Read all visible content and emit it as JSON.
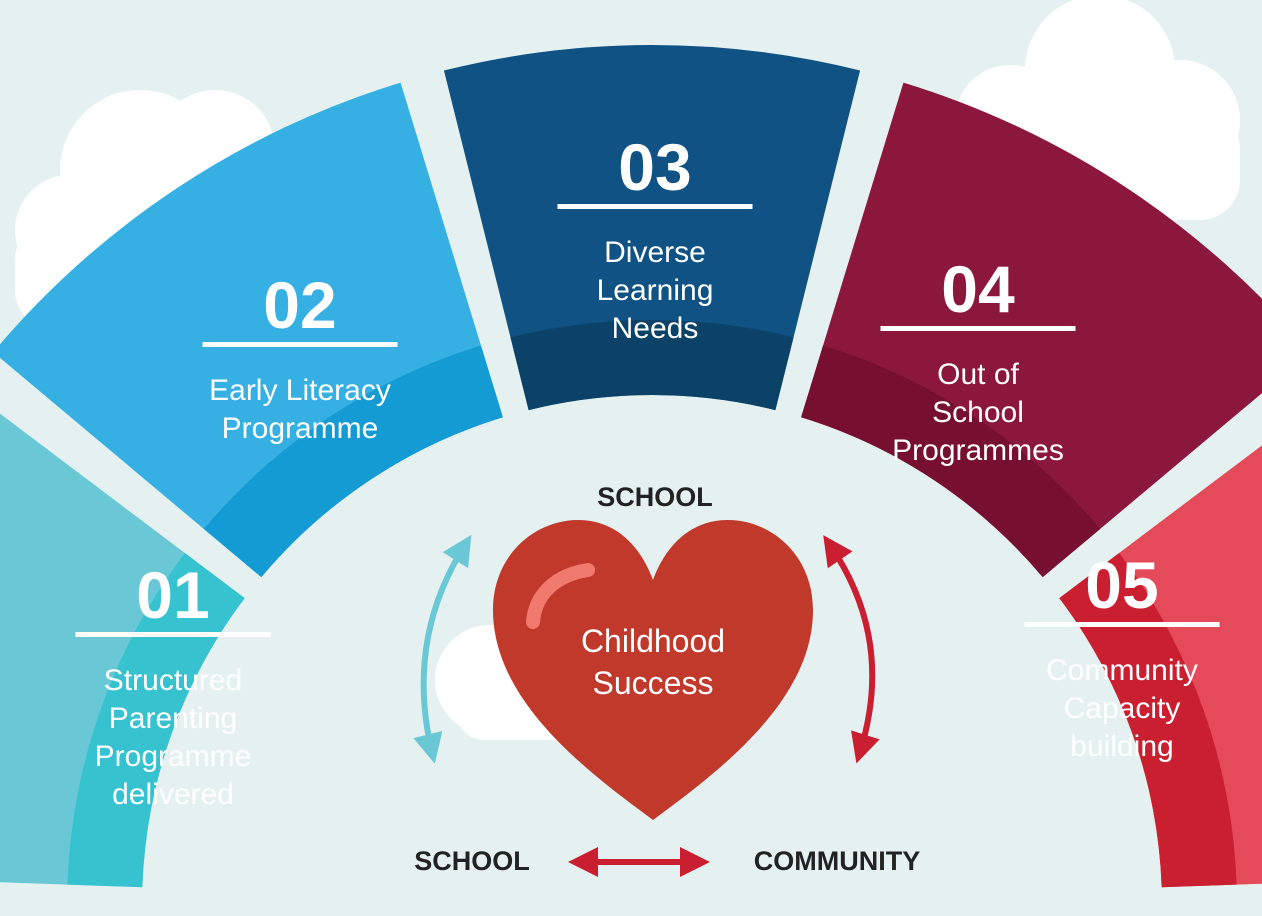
{
  "segments": [
    {
      "number": "01",
      "lines": [
        "Structured",
        "Parenting",
        "Programme",
        "delivered"
      ],
      "color": "#6ac8d6",
      "inner_color": "#37c2d0"
    },
    {
      "number": "02",
      "lines": [
        "Early Literacy",
        "Programme"
      ],
      "color": "#36b0e2",
      "inner_color": "#159bd4"
    },
    {
      "number": "03",
      "lines": [
        "Diverse",
        "Learning",
        "Needs"
      ],
      "color": "#0f5283",
      "inner_color": "#0c4268"
    },
    {
      "number": "04",
      "lines": [
        "Out of",
        "School",
        "Programmes"
      ],
      "color": "#8b173c",
      "inner_color": "#760f30"
    },
    {
      "number": "05",
      "lines": [
        "Community",
        "Capacity",
        "building"
      ],
      "color": "#e44a5a",
      "inner_color": "#c91f31"
    }
  ],
  "center": {
    "heart_lines": [
      "Childhood",
      "Success"
    ],
    "heart_color": "#c0392b",
    "top_label": "SCHOOL",
    "bottom_left_label": "SCHOOL",
    "bottom_right_label": "COMMUNITY"
  },
  "colors": {
    "background": "#e4f1f0",
    "cloud": "#ffffff",
    "left_arrow": "#6ac8d6",
    "right_arrow": "#c91f31",
    "bottom_arrow": "#c91f31"
  }
}
